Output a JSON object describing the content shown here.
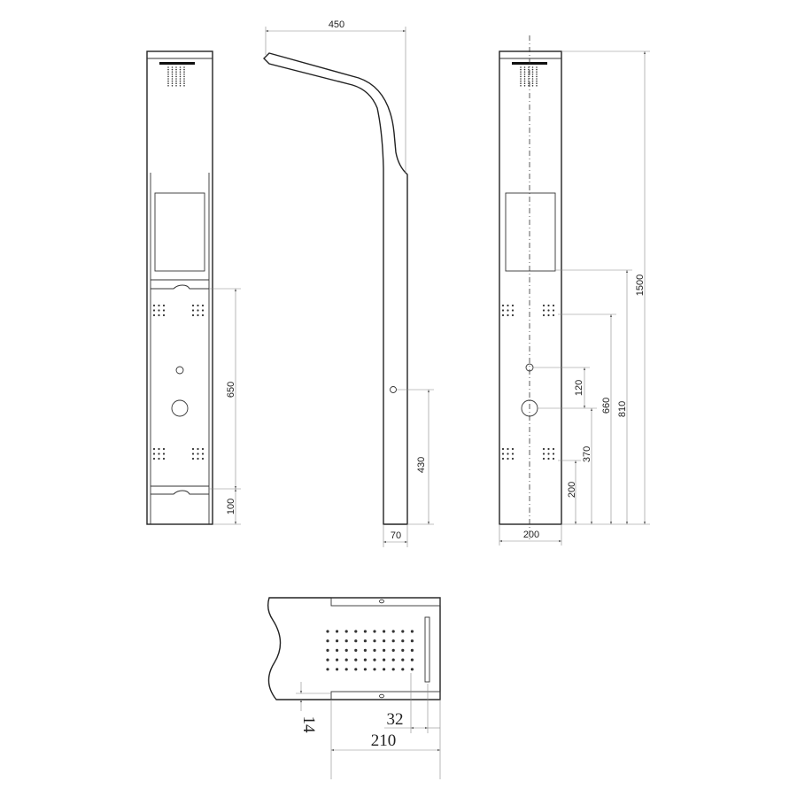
{
  "drawing": {
    "front_view": {
      "dimensions": {
        "height_650": "650",
        "bottom_100": "100"
      }
    },
    "side_view": {
      "dimensions": {
        "spout_450": "450",
        "inlet_430": "430",
        "depth_70": "70"
      }
    },
    "rear_view": {
      "dimensions": {
        "total_1500": "1500",
        "h_810": "810",
        "h_660": "660",
        "h_370": "370",
        "h_200": "200",
        "gap_120": "120",
        "width_200": "200"
      }
    },
    "top_view": {
      "dimensions": {
        "offset_14": "14",
        "slot_32": "32",
        "head_210": "210"
      }
    }
  }
}
